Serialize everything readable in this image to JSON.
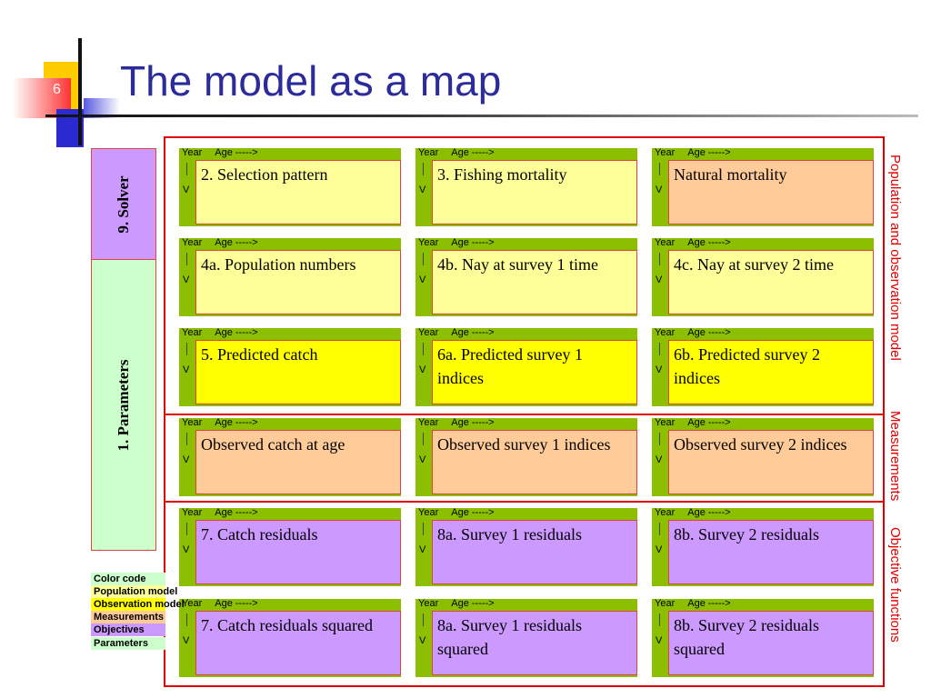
{
  "slide": {
    "number": "6",
    "title": "The model as a map"
  },
  "colors": {
    "accent_title": "#2b2b9c",
    "frame_red": "#e00000",
    "header_green": "#8cbf00",
    "population_model": "#ffff99",
    "observation_model": "#ffff00",
    "measurements": "#ffcc99",
    "objectives": "#cc99ff",
    "parameters": "#ccffcc"
  },
  "side": {
    "solver": "9. Solver",
    "parameters": "1. Parameters"
  },
  "right_labels": {
    "population": "Population and observation model",
    "measurements": "Measurements",
    "objectives": "Objective functions"
  },
  "card_header": {
    "year": "Year",
    "age": "Age ----->",
    "arrow": "V"
  },
  "rows": [
    {
      "cards": [
        {
          "label": "2. Selection pattern",
          "color": "#ffff99"
        },
        {
          "label": "3. Fishing mortality",
          "color": "#ffff99"
        },
        {
          "label": "Natural mortality",
          "color": "#ffcc99"
        }
      ]
    },
    {
      "cards": [
        {
          "label": "4a. Population numbers",
          "color": "#ffff99"
        },
        {
          "label": "4b. Nay at survey 1 time",
          "color": "#ffff99"
        },
        {
          "label": "4c. Nay at survey 2 time",
          "color": "#ffff99"
        }
      ]
    },
    {
      "cards": [
        {
          "label": "5. Predicted catch",
          "color": "#ffff00"
        },
        {
          "label": "6a. Predicted survey 1 indices",
          "color": "#ffff00"
        },
        {
          "label": "6b. Predicted survey 2 indices",
          "color": "#ffff00"
        }
      ]
    },
    {
      "cards": [
        {
          "label": "Observed catch at age",
          "color": "#ffcc99"
        },
        {
          "label": "Observed survey 1 indices",
          "color": "#ffcc99"
        },
        {
          "label": "Observed survey 2 indices",
          "color": "#ffcc99"
        }
      ]
    },
    {
      "cards": [
        {
          "label": "7. Catch residuals",
          "color": "#cc99ff"
        },
        {
          "label": "8a. Survey 1 residuals",
          "color": "#cc99ff"
        },
        {
          "label": "8b. Survey 2 residuals",
          "color": "#cc99ff"
        }
      ]
    },
    {
      "cards": [
        {
          "label": "7. Catch residuals squared",
          "color": "#cc99ff"
        },
        {
          "label": "8a. Survey 1 residuals squared",
          "color": "#cc99ff"
        },
        {
          "label": "8b. Survey 2 residuals squared",
          "color": "#cc99ff"
        }
      ]
    }
  ],
  "legend": [
    {
      "label": "Color code",
      "color": "#ccffcc"
    },
    {
      "label": "Population model",
      "color": "#ffff99"
    },
    {
      "label": "Observation model",
      "color": "#ffff00"
    },
    {
      "label": "Measurements",
      "color": "#ffcc99"
    },
    {
      "label": "Objectives",
      "color": "#cc99ff"
    },
    {
      "label": "Parameters",
      "color": "#ccffcc"
    }
  ]
}
